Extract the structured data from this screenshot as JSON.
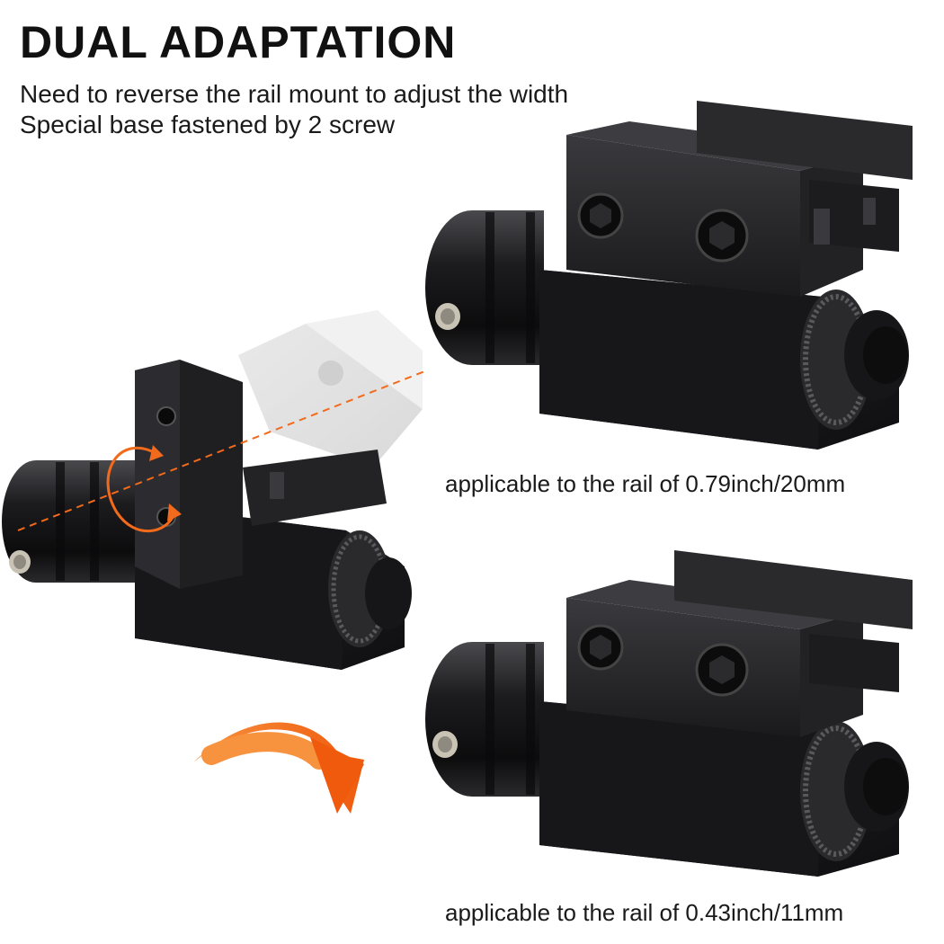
{
  "heading": {
    "title": "DUAL ADAPTATION",
    "lines": [
      "Need to reverse the rail mount to adjust the width",
      "Special base fastened by 2 screw"
    ]
  },
  "captions": {
    "wide_rail": "applicable to the rail of 0.79inch/20mm",
    "narrow_rail": "applicable to the rail of 0.43inch/11mm"
  },
  "colors": {
    "accent_orange": "#f26a1b",
    "device_body": "#1b1b1d",
    "background": "#ffffff"
  },
  "icons": {
    "rotate": "rotate-arrow-icon",
    "transition": "curved-arrow-icon"
  }
}
